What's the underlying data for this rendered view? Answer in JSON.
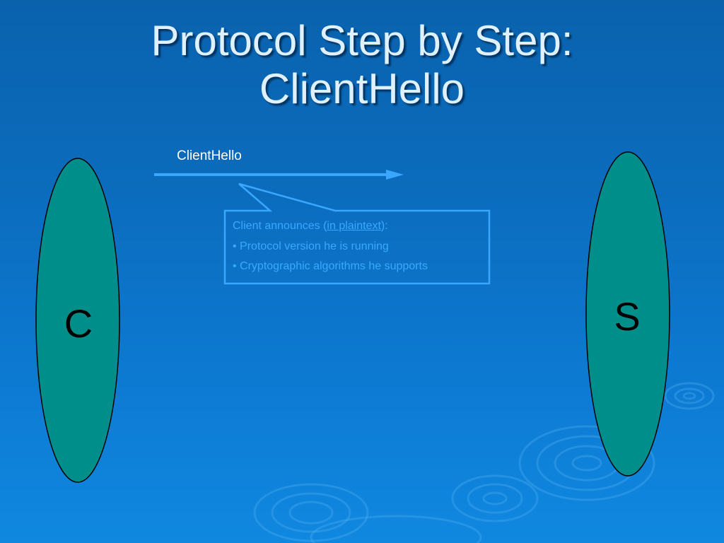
{
  "slide": {
    "title_line1": "Protocol Step by Step:",
    "title_line2": "ClientHello"
  },
  "diagram": {
    "client_label": "C",
    "server_label": "S",
    "message_label": "ClientHello",
    "callout": {
      "intro_prefix": "Client announces (",
      "intro_link": "in plaintext",
      "intro_suffix": "):",
      "bullet1": "• Protocol version he is running",
      "bullet2": "• Cryptographic algorithms he supports"
    }
  },
  "colors": {
    "background": "#0b6cbd",
    "node_fill": "#008e8a",
    "arrow": "#3aa7ff",
    "callout_border": "#3aa7ff",
    "callout_text": "#39a9ff",
    "title_text": "#dff1ff"
  }
}
